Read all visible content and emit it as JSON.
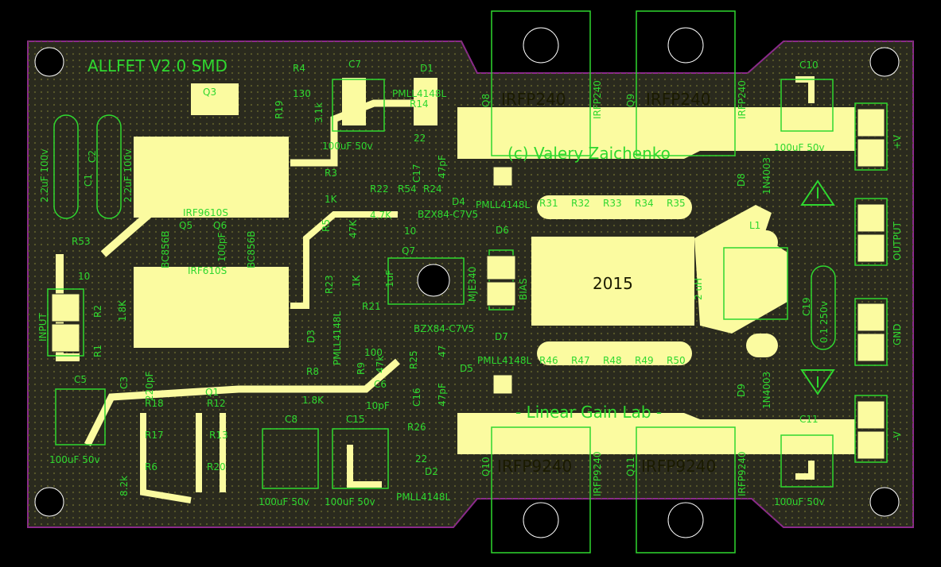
{
  "colors": {
    "background": "#000000",
    "board": "#2a2a1e",
    "copper": "#fbfba0",
    "silkscreen": "#2fd82f",
    "outline": "#8b2a8b"
  },
  "board": {
    "title": "ALLFET V2.0 SMD",
    "copyright": "(c) Valery Zaichenko",
    "lab": "- Linear Gain Lab -",
    "year": "2015"
  },
  "transistors_top": [
    {
      "ref": "Q8",
      "part": "IRFP240",
      "side": "IRFP240"
    },
    {
      "ref": "Q9",
      "part": "IRFP240",
      "side": "IRFP240"
    }
  ],
  "transistors_bottom": [
    {
      "ref": "Q10",
      "part": "IRFP9240",
      "side": "IRFP9240"
    },
    {
      "ref": "Q11",
      "part": "IRFP9240",
      "side": "IRFP9240"
    }
  ],
  "connectors": {
    "input": "INPUT",
    "bias": "BIAS",
    "output": "OUTPUT",
    "gnd": "GND",
    "pos": "+V",
    "neg": "-V"
  },
  "labels": {
    "r4": "R4",
    "r4v": "130",
    "q3": "Q3",
    "r19": "R19",
    "c7": "C7",
    "c7v": "100uF  50v",
    "d1": "D1",
    "d1v": "PMLL4148L",
    "r14": "R14",
    "r14v": "22",
    "r16v": "3.1k",
    "c1": "C1",
    "c1v": "2.2uF 100v",
    "c2": "C2",
    "c2v": "2.2uF 100v",
    "irf9610": "IRF9610S",
    "irf610": "IRF610S",
    "q5": "Q5",
    "q6": "Q6",
    "bc856": "BC856B",
    "bc856b": "BC856B",
    "c14v": "100pF",
    "r53": "R53",
    "r53v": "10",
    "r3": "R3",
    "r3v": "1K",
    "r22": "R22",
    "r54": "R54",
    "r24": "R24",
    "r5": "R5",
    "r5v": "47K",
    "r4k7": "4.7K",
    "c17": "C17",
    "c17v": "47pF",
    "d4": "D4",
    "pmll_d4": "PMLL4148L",
    "d6": "D6",
    "bzx1": "BZX84-C7V5",
    "v10": "10",
    "q7": "Q7",
    "mje": "MJE340",
    "r23": "R23",
    "r21": "R21",
    "d3": "D3",
    "pmll_d3": "PMLL4148L",
    "v100": "100",
    "bzx2": "BZX84-C7V5",
    "d7": "D7",
    "d5": "D5",
    "pmll_d5": "PMLL4148L",
    "r25": "R25",
    "r8": "R8",
    "r8v": "1.8K",
    "r9": "R9",
    "c6": "C6",
    "c6v": "10pF",
    "c8": "C8",
    "c15": "C15",
    "r26": "R26",
    "r26v": "22",
    "d2": "D2",
    "pmll_d2": "PMLL4148L",
    "c8v": "100uF  50v",
    "c15v": "100uF  50v",
    "r2": "R2",
    "r2v": "1.8K",
    "r1": "R1",
    "c3": "C3",
    "c3v": "220pF",
    "c5": "C5",
    "c5v": "100uF  50v",
    "r18": "R18",
    "r12": "R12",
    "q1": "Q1",
    "r17": "R17",
    "r13": "R13",
    "r6": "R6",
    "r20": "R20",
    "v82": "8.2k",
    "c10": "C10",
    "c10v": "100uF  50v",
    "c11": "C11",
    "c11v": "100uF  50v",
    "d8": "D8",
    "d8v": "1N4003",
    "d9": "D9",
    "d9v": "1N4003",
    "l1": "L1",
    "l1v": "2 uH",
    "c19": "C19",
    "c19v": "0.1 250v",
    "r31": "R31",
    "r32": "R32",
    "r33": "R33",
    "r34": "R34",
    "r35": "R35",
    "r46": "R46",
    "r47": "R47",
    "r48": "R48",
    "r49": "R49",
    "r50": "R50",
    "r47k": "47",
    "r4k": "47k",
    "c16": "C16",
    "c16v": "47pF",
    "v1k": "1K",
    "v1uf": "1uF"
  }
}
